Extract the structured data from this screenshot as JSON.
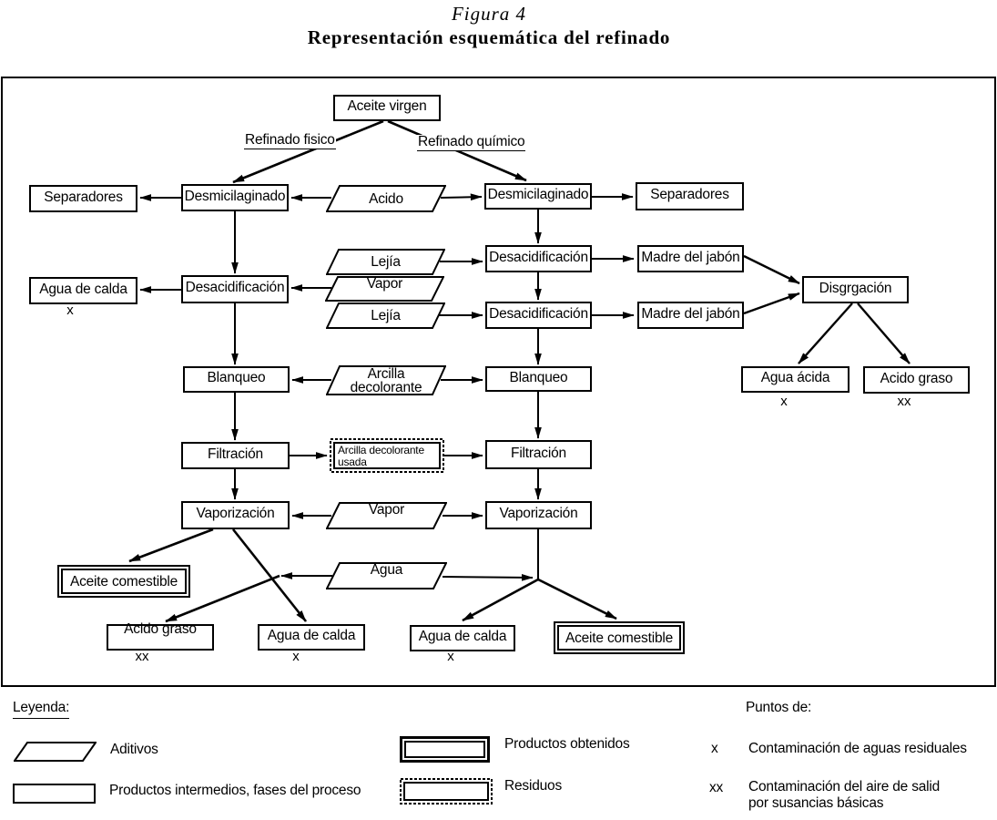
{
  "title": {
    "line1": "Figura 4",
    "line2": "Representación esquemática del refinado"
  },
  "branches": {
    "fisico": "Refinado fisico",
    "quimico": "Refinado químico"
  },
  "nodes": {
    "aceite_virgen": {
      "label": "Aceite virgen"
    },
    "desmicilaginado_izq": {
      "label": "Desmicilaginado"
    },
    "separadores_izq": {
      "label": "Separadores"
    },
    "acido": {
      "label": "Acido"
    },
    "desmicilaginado_der": {
      "label": "Desmicilaginado"
    },
    "separadores_der": {
      "label": "Separadores"
    },
    "desacidificacion_izq": {
      "label": "Desacidificación"
    },
    "agua_de_calda_izq": {
      "label": "Agua de calda",
      "mark": "x"
    },
    "lejia_1": {
      "label": "Lejía"
    },
    "vapor_medio": {
      "label": "Vapor"
    },
    "lejia_2": {
      "label": "Lejía"
    },
    "desacidificacion_der_1": {
      "label": "Desacidificación"
    },
    "madre_del_jabon_1": {
      "label": "Madre del jabón"
    },
    "desacidificacion_der_2": {
      "label": "Desacidificación"
    },
    "madre_del_jabon_2": {
      "label": "Madre del jabón"
    },
    "disgrgacion": {
      "label": "Disgrgación"
    },
    "agua_acida": {
      "label": "Agua ácida",
      "mark": "x"
    },
    "acido_graso_der": {
      "label": "Acido graso",
      "mark": "xx"
    },
    "blanqueo_izq": {
      "label": "Blanqueo"
    },
    "arcilla_decolorante": {
      "line1": "Arcilla",
      "line2": "decolorante"
    },
    "blanqueo_der": {
      "label": "Blanqueo"
    },
    "filtracion_izq": {
      "label": "Filtración"
    },
    "arcilla_usada": {
      "line1": "Arcilla decolorante",
      "line2": "usada"
    },
    "filtracion_der": {
      "label": "Filtración"
    },
    "vaporizacion_izq": {
      "label": "Vaporización"
    },
    "vapor_inferior": {
      "label": "Vapor"
    },
    "vaporizacion_der": {
      "label": "Vaporización"
    },
    "aceite_comestible_izq": {
      "label": "Aceite comestible"
    },
    "agua": {
      "label": "Agua"
    },
    "acido_graso_inf": {
      "label": "Acido graso",
      "mark": "xx"
    },
    "agua_de_calda_inf_1": {
      "label": "Agua de calda",
      "mark": "x"
    },
    "agua_de_calda_inf_2": {
      "label": "Agua de calda",
      "mark": "x"
    },
    "aceite_comestible_der": {
      "label": "Aceite comestible"
    }
  },
  "legend": {
    "heading": "Leyenda:",
    "aditivos": "Aditivos",
    "productos_intermedios": "Productos intermedios, fases del proceso",
    "productos_obtenidos": "Productos obtenidos",
    "residuos": "Residuos"
  },
  "points": {
    "heading": "Puntos de:",
    "x_mark": "x",
    "x_label": "Contaminación de aguas residuales",
    "xx_mark": "xx",
    "xx_label_line1": "Contaminación del aire de salid",
    "xx_label_line2": "por susancias básicas"
  },
  "colors": {
    "ink": "#000000",
    "paper": "#ffffff"
  }
}
